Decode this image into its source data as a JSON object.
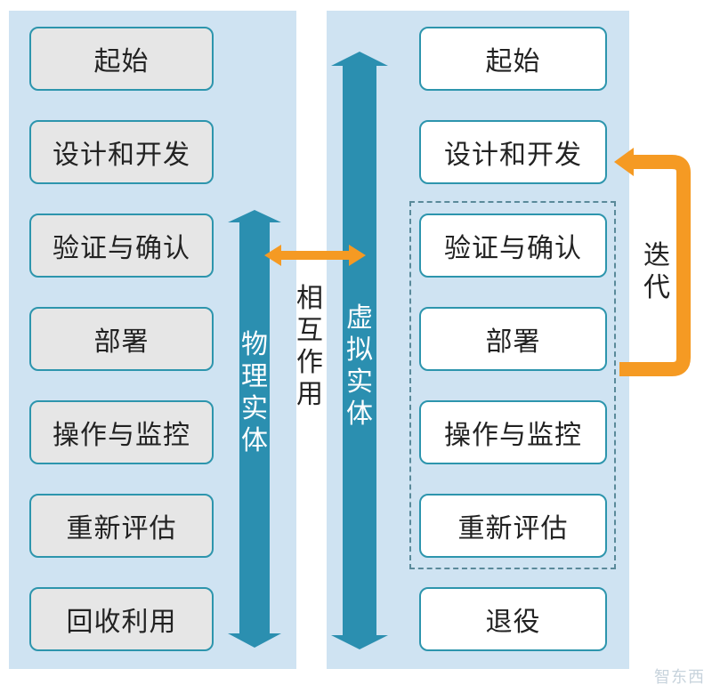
{
  "left_column": {
    "stages": [
      "起始",
      "设计和开发",
      "验证与确认",
      "部署",
      "操作与监控",
      "重新评估",
      "回收利用"
    ]
  },
  "right_column": {
    "stages": [
      "起始",
      "设计和开发",
      "验证与确认",
      "部署",
      "操作与监控",
      "重新评估",
      "退役"
    ]
  },
  "labels": {
    "physical_entity": "物理实体",
    "interaction": "相互作用",
    "virtual_entity": "虚拟实体",
    "iteration": "迭代"
  },
  "colors": {
    "panel": "#cfe3f2",
    "box_border": "#2d95ad",
    "left_box_fill": "#e6e6e6",
    "arrow_teal": "#2b8fb0",
    "arrow_orange": "#f59a23"
  },
  "watermark": "智东西"
}
